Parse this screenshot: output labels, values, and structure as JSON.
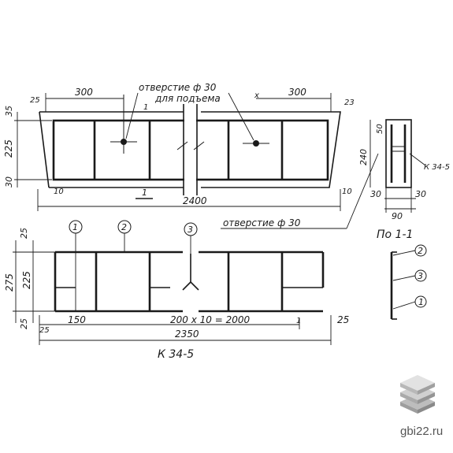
{
  "top_view": {
    "dim_left": "300",
    "dim_right": "300",
    "hole_note_line1": "отверстие ф 30",
    "hole_note_line2": "для подъема",
    "dim_left_25": "25",
    "dim_right_25": "23",
    "dim_35": "35",
    "dim_225": "225",
    "dim_30": "30",
    "dim_10_left": "10",
    "dim_10_right": "10",
    "dim_total": "2400",
    "section_mark": "1",
    "section_mark_top": "1",
    "right_x_mark": "x",
    "hole_callout": "отверстие ф 30"
  },
  "section": {
    "dim_50": "50",
    "dim_240": "240",
    "dim_30_left": "30",
    "dim_30_right": "30",
    "dim_90": "90",
    "label": "К 34-5",
    "title": "По 1-1",
    "pos_2": "2",
    "pos_3": "3",
    "pos_1": "1"
  },
  "front_view": {
    "pos_1": "1",
    "pos_2": "2",
    "pos_3": "3",
    "dim_25_top": "25",
    "dim_275": "275",
    "dim_225": "225",
    "dim_25_bottom": "25",
    "dim_25_corner": "25",
    "dim_150": "150",
    "dim_spacing": "200 x 10 = 2000",
    "dim_right_mark": "1",
    "dim_right_25": "25",
    "dim_total": "2350",
    "title": "К 34-5"
  },
  "watermark": {
    "text": "gbi22.ru",
    "logo_icon": "stacked-slabs-icon"
  }
}
